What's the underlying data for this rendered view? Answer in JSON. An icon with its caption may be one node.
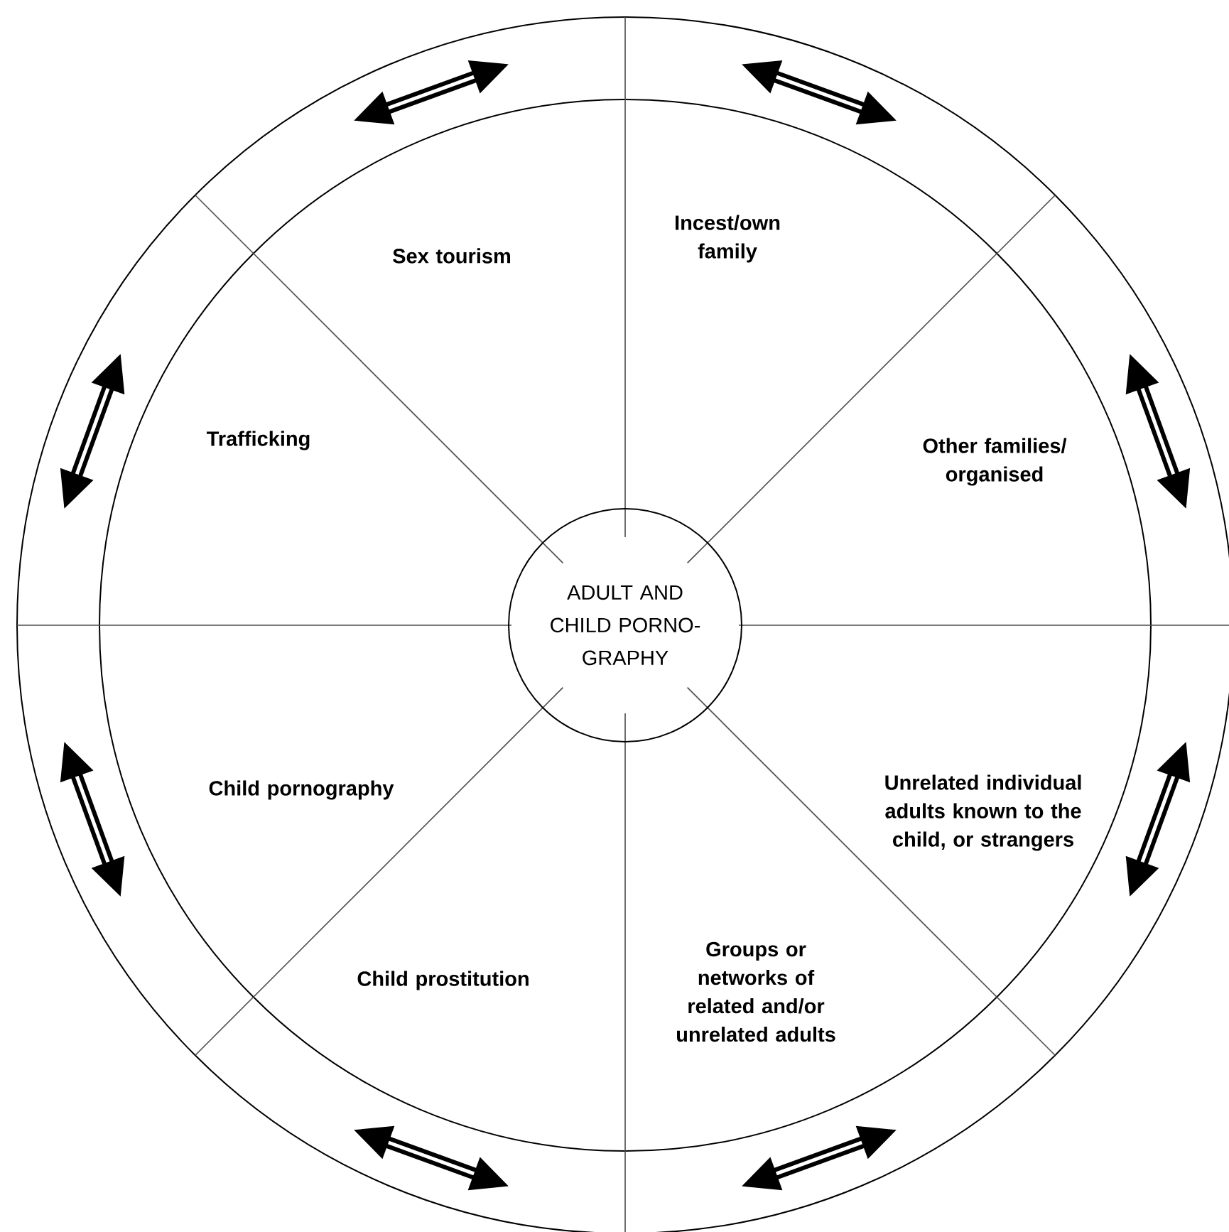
{
  "diagram": {
    "nodes": [
      {
        "text": [
          "ADULT AND CHILD PORNO- GRAPHY"
        ]
      },
      {
        "text": [
          "Sex tourism"
        ]
      },
      {
        "text": [
          "Incest/own family"
        ]
      },
      {
        "text": [
          "Trafficking"
        ]
      },
      {
        "text": [
          "Other families/ organised"
        ]
      },
      {
        "text": [
          "Child pornography"
        ]
      },
      {
        "text": [
          "Unrelated individual adults known to the child, or strangers"
        ]
      },
      {
        "text": [
          "Child prostitution"
        ]
      },
      {
        "text": [
          "Groups or networks of related and/or unrelated adults"
        ]
      }
    ]
  }
}
